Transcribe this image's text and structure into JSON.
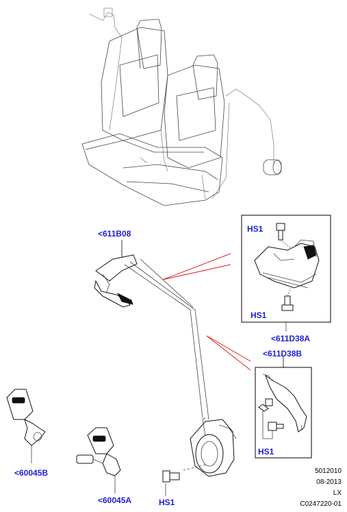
{
  "callouts": {
    "belt_upper": "<611B08",
    "retractor_group": "<611D38A",
    "bracket_group": "<611D38B",
    "buckle_left": "<60045B",
    "buckle_center": "<60045A"
  },
  "fasteners": {
    "top_bolt": "HS1",
    "bottom_bolt": "HS1",
    "bracket_bolts": "HS1",
    "anchor_bolt": "HS1"
  },
  "references": {
    "line1": "5012010",
    "line2": "08-2013",
    "line3": "LX",
    "line4": "C0247220-01"
  }
}
